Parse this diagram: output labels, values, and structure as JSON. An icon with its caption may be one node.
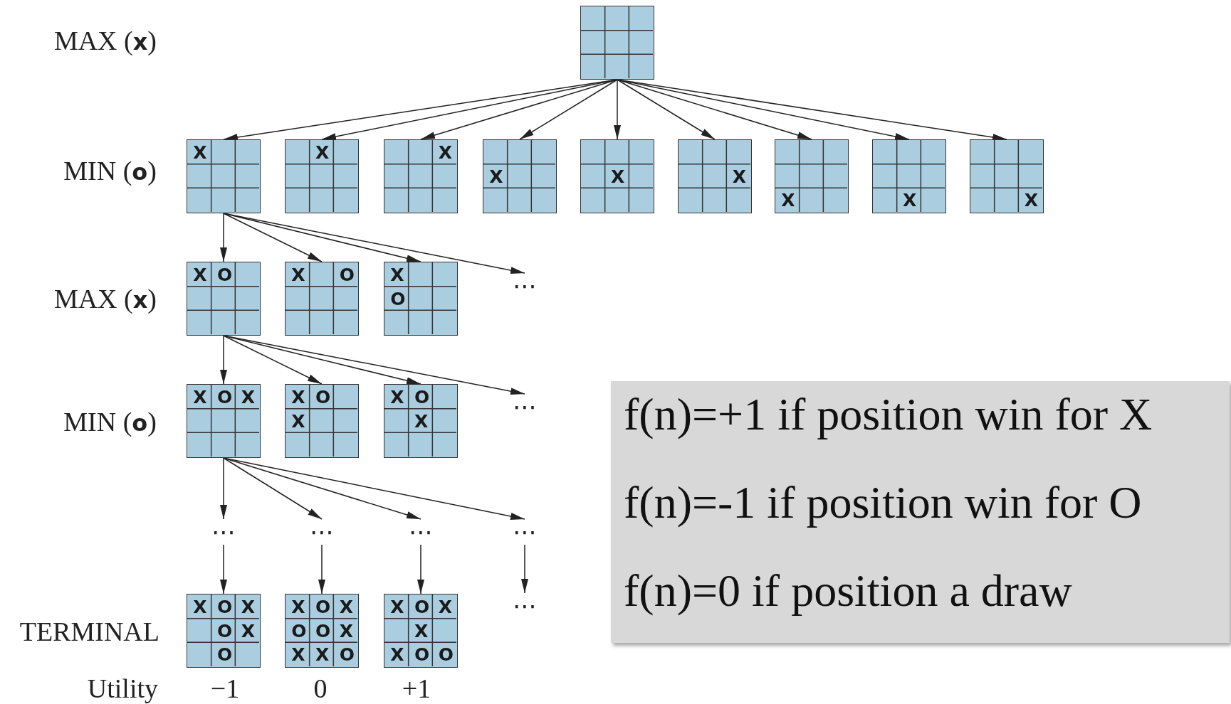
{
  "diagram": {
    "nodes": [
      {
        "text": [],
        "shape": "box"
      },
      {
        "text": [
          "X"
        ]
      },
      {
        "text": [
          "X"
        ]
      },
      {
        "text": [
          "X"
        ]
      },
      {
        "text": [
          "X"
        ]
      },
      {
        "text": [
          "X"
        ]
      },
      {
        "text": [
          "X"
        ]
      },
      {
        "text": [
          "X"
        ]
      },
      {
        "text": [
          "X"
        ]
      },
      {
        "text": [
          "X"
        ]
      },
      {
        "text": [
          "X",
          "O"
        ]
      },
      {
        "text": [
          "X",
          "O"
        ]
      },
      {
        "text": [
          "X",
          "O"
        ]
      },
      {
        "text": [
          "⋯"
        ]
      },
      {
        "text": [
          "X",
          "O",
          "X"
        ]
      },
      {
        "text": [
          "X",
          "O",
          "X"
        ]
      },
      {
        "text": [
          "X",
          "O",
          "X"
        ]
      },
      {
        "text": [
          "⋯"
        ]
      },
      {
        "text": [
          "⋯"
        ]
      },
      {
        "text": [
          "⋯"
        ]
      },
      {
        "text": [
          "⋯"
        ]
      },
      {
        "text": [
          "⋯"
        ]
      },
      {
        "text": [
          "X",
          "O",
          "X",
          "O",
          "X",
          "O"
        ]
      },
      {
        "text": [
          "X",
          "O",
          "X",
          "O",
          "O",
          "X",
          "X",
          "X",
          "O"
        ]
      },
      {
        "text": [
          "X",
          "O",
          "X",
          "X",
          "X",
          "O",
          "O"
        ]
      },
      {
        "text": [
          "⋯"
        ]
      },
      {
        "text": [
          "f(n)=+1 if position win for X",
          "f(n)=-1 if position win for O",
          "f(n)=0 if position a draw"
        ]
      }
    ],
    "edges": [
      {
        "from": 0,
        "to": 1,
        "arrow": "to"
      },
      {
        "from": 0,
        "to": 2,
        "arrow": "to"
      },
      {
        "from": 0,
        "to": 3,
        "arrow": "to"
      },
      {
        "from": 0,
        "to": 4,
        "arrow": "to"
      },
      {
        "from": 0,
        "to": 5,
        "arrow": "to"
      },
      {
        "from": 0,
        "to": 6,
        "arrow": "to"
      },
      {
        "from": 0,
        "to": 7,
        "arrow": "to"
      },
      {
        "from": 0,
        "to": 8,
        "arrow": "to"
      },
      {
        "from": 0,
        "to": 9,
        "arrow": "to"
      },
      {
        "from": 1,
        "to": 10,
        "arrow": "to"
      },
      {
        "from": 1,
        "to": 11,
        "arrow": "to"
      },
      {
        "from": 1,
        "to": 12,
        "arrow": "to"
      },
      {
        "from": 1,
        "to": 13,
        "arrow": "to"
      },
      {
        "from": 10,
        "to": 14,
        "arrow": "to"
      },
      {
        "from": 10,
        "to": 15,
        "arrow": "to"
      },
      {
        "from": 10,
        "to": 16,
        "arrow": "to"
      },
      {
        "from": 10,
        "to": 17,
        "arrow": "to"
      },
      {
        "from": 14,
        "to": 18,
        "arrow": "to"
      },
      {
        "from": 14,
        "to": 19,
        "arrow": "to"
      },
      {
        "from": 14,
        "to": 20,
        "arrow": "to"
      },
      {
        "from": 14,
        "to": 21,
        "arrow": "to"
      },
      {
        "from": 18,
        "to": 22,
        "arrow": "to"
      },
      {
        "from": 19,
        "to": 23,
        "arrow": "to"
      },
      {
        "from": 20,
        "to": 24,
        "arrow": "to"
      },
      {
        "from": 21,
        "to": 25,
        "arrow": "to"
      }
    ],
    "labels": [
      "MAX (**x**)",
      "MIN (**o**)",
      "MAX (**x**)",
      "MIN (**o**)",
      "TERMINAL",
      "Utility",
      "−1",
      "0",
      "+1"
    ]
  }
}
